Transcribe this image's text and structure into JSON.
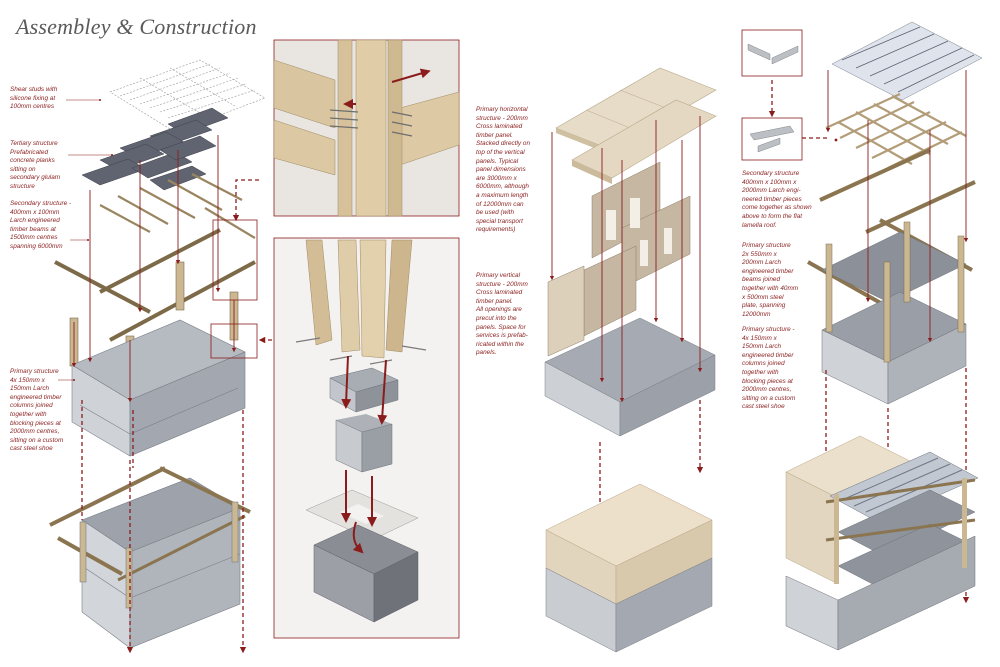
{
  "title": "Assembley & Construction",
  "annotations": {
    "shear_studs": "Shear studs with\nsilicone fixing at\n100mm centres",
    "tertiary": "Tertiary structure\nPrefabricated\nconcrete planks\nsitting on\nsecondary glulam\nstructure",
    "secondary_left": "Secondary structure -\n400mm x 100mm\nLarch engineered\ntimber beams at\n1500mm centres\nspanning 6000mm",
    "primary_left": "Primary structure\n4x 150mm x\n150mm Larch\nengineered timber\ncolumns joined\ntogether with\nblocking pieces at\n2000mm centres,\nsitting on a custom\ncast steel shoe",
    "primary_horizontal": "Primary horizontal\nstructure - 200mm\nCross laminated\ntimber panel.\nStacked directly on\ntop of the vertical\npanels. Typical\npanel dimensions\nare 3000mm x\n6000mm, although\na maximum length\nof 12000mm can\nbe used (with\nspecial transport\nrequirements)",
    "primary_vertical": "Primary vertical\nstructure - 200mm\nCross laminated\ntimber panel.\nAll openings are\nprecut into the\npanels. Space for\nservices is prefab-\nricated within the\npanels.",
    "secondary_right": "Secondary structure\n400mm x 100mm x\n2000mm Larch engi-\nneered timber pieces\ncome together as shown\nabove to form the flat\nlamella roof.",
    "primary_right_beams": "Primary structure\n2x 550mm x\n200mm Larch\nengineered timber\nbeams joined\ntogether with 40mm\nx 500mm steel\nplate, spanning\n12000mm",
    "primary_right_columns": "Primary structure -\n4x 150mm x\n150mm Larch\nengineered timber\ncolumns joined\ntogether with\nblocking pieces at\n2000mm centres,\nsitting on a custom\ncast steel shoe"
  },
  "colors": {
    "accent": "#8b1c1c",
    "timber": "#d9c8a8",
    "timber_dark": "#a8906a",
    "concrete": "#b8bcc2",
    "concrete_dark": "#8d9198",
    "slab": "#c9cdd2",
    "clt": "#e6d9c2"
  }
}
